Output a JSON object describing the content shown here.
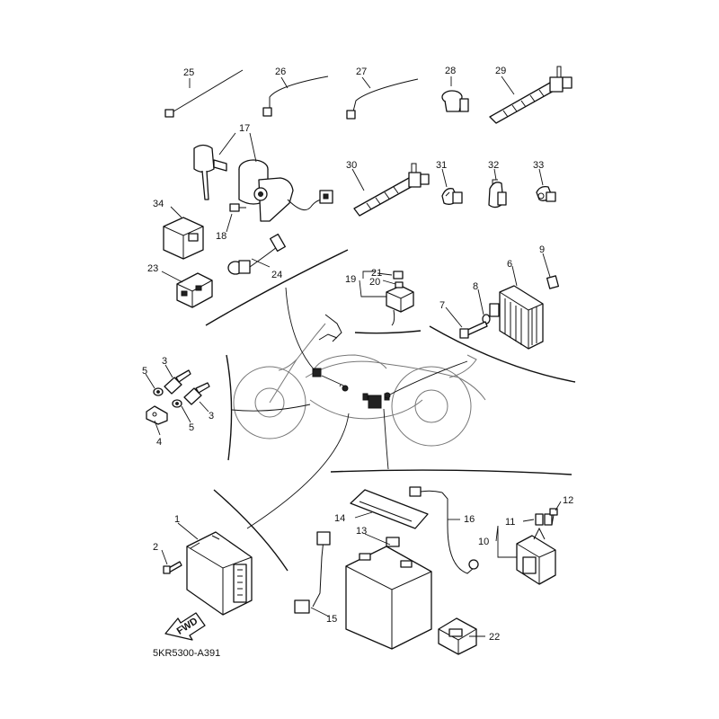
{
  "diagram": {
    "callouts": {
      "c1": "1",
      "c2": "2",
      "c3a": "3",
      "c3b": "3",
      "c4": "4",
      "c5a": "5",
      "c5b": "5",
      "c6": "6",
      "c7": "7",
      "c8": "8",
      "c9": "9",
      "c10": "10",
      "c11": "11",
      "c12": "12",
      "c13": "13",
      "c14": "14",
      "c15": "15",
      "c16": "16",
      "c17": "17",
      "c18": "18",
      "c19": "19",
      "c20": "20",
      "c21": "21",
      "c22": "22",
      "c23": "23",
      "c24": "24",
      "c25": "25",
      "c26": "26",
      "c27": "27",
      "c28": "28",
      "c29": "29",
      "c30": "30",
      "c31": "31",
      "c32": "32",
      "c33": "33",
      "c34": "34"
    },
    "fwd_label": "FWD",
    "part_code": "5KR5300-A391"
  }
}
